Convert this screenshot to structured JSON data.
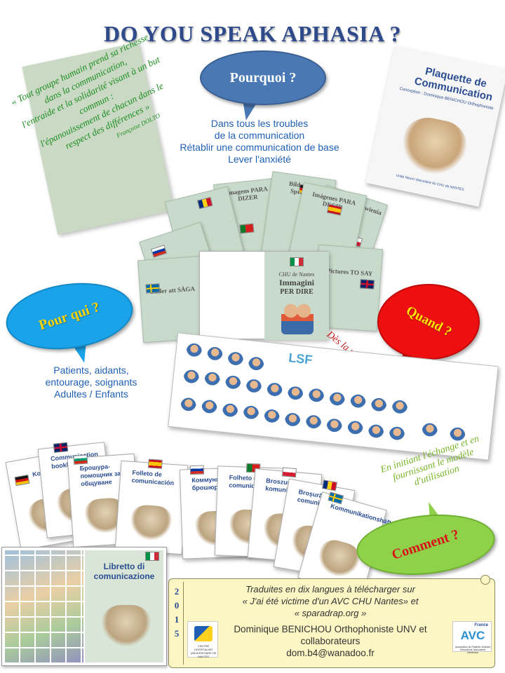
{
  "title": "DO YOU SPEAK APHASIA ?",
  "bubbles": {
    "pourquoi": "Pourquoi ?",
    "pour_qui": "Pour qui ?",
    "quand": "Quand ?",
    "comment": "Comment ?"
  },
  "why_lines": [
    "Dans tous les troubles",
    "de la communication",
    "Rétablir une communication de base",
    "Lever l'anxiété"
  ],
  "who_lines": [
    "Patients, aidants,",
    "entourage, soignants",
    "Adultes / Enfants"
  ],
  "when_text": "Dès la phase aiguë si Aphasie",
  "how_lines": [
    "En initiant l'échange  et en",
    "fournissant le modèle",
    "d'utilisation"
  ],
  "quote": {
    "lines": [
      "« Tout groupe humain prend sa richesse",
      "dans la communication,",
      "l'entraide et la solidarité  visant à un but",
      "commun :",
      "l'épanouissement de chacun dans le",
      "respect des différences »"
    ],
    "author": "Françoise DOLTO"
  },
  "plaquette": {
    "title": "Plaquette de Communication",
    "subtitle": "Conception : Dominique BENICHOU Orthophoniste",
    "footer": "Unité Neuro Vasculaire du CHU de NANTES"
  },
  "center_card": {
    "chu": "CHU de Nantes",
    "title_line1": "Immagini",
    "title_line2": "PER DIRE"
  },
  "fan_cards": [
    {
      "caption": "Imagens PARA DIZER"
    },
    {
      "caption": "Bilder zum Sprechen"
    },
    {
      "caption": "Obrazy do mówienia"
    },
    {
      "caption": "Imágenes PARA DECIR"
    },
    {
      "caption": "Bilder att SÄGA"
    },
    {
      "caption": "Pictures TO SAY"
    }
  ],
  "lsf_title": "LSF",
  "booklets": [
    {
      "title": "Kommunikationshandbuch"
    },
    {
      "title": "Communication booklet"
    },
    {
      "title": "Брошура-помощник за общуване"
    },
    {
      "title": "Folleto de comunicación"
    },
    {
      "title": "Коммуникационная брошюра"
    },
    {
      "title": "Folheto de comunicação"
    },
    {
      "title": "Broszura do komunikacji"
    },
    {
      "title": "Broșură de comunicare"
    },
    {
      "title": "Kommunikationshäfte"
    }
  ],
  "libretto_title": "Libretto di comunicazione",
  "scroll": {
    "year_digits": [
      "2",
      "0",
      "1",
      "5"
    ],
    "italic_lines": [
      "Traduites en dix langues  à télécharger sur",
      "« J'ai été victime d'un AVC CHU Nantes»  et",
      "« sparadrap.org »"
    ],
    "author_lines": [
      "Dominique BENICHOU Orthophoniste UNV et",
      "collaborateurs",
      "dom.b4@wanadoo.fr"
    ],
    "chu_logo_text": "CENTRE HOSPITALIER UNIVERSITAIRE DE NANTES",
    "avc_france": "France",
    "avc_mark": "AVC",
    "avc_sub": "Association de Patients Victimes d'Accidents Vasculaires Cérébraux"
  },
  "colors": {
    "title": "#2e4a8a",
    "pourquoi_bubble": "#4a78b4",
    "pour_qui_bubble": "#1aa3e8",
    "quand_bubble": "#ee1010",
    "comment_bubble": "#8fd24a",
    "blue_text": "#1f5fb3",
    "quote_green": "#1d8d22"
  }
}
